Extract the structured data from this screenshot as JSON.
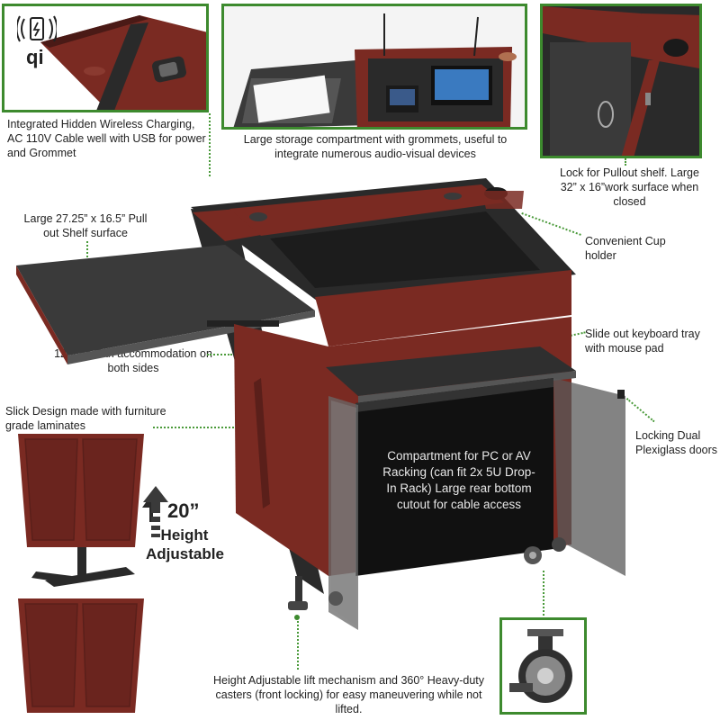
{
  "icons": {
    "wireless": "wireless-charging-icon",
    "qi": "qi"
  },
  "captions": {
    "wireless_charging": "Integrated Hidden Wireless Charging, AC 110V Cable well with USB for power and Grommet",
    "storage": "Large storage compartment with grommets, useful to integrate numerous audio-visual devices",
    "lock_pullout": "Lock for Pullout shelf. Large 32” x 16”work surface when closed",
    "pullout_shelf": "Large 27.25” x 16.5” Pull out Shelf surface",
    "cup_holder": "Convenient Cup holder",
    "fan": "120mm Fan accommodation on both sides",
    "keyboard": "Slide out keyboard tray with mouse pad",
    "laminates": "Slick Design made with furniture grade laminates",
    "doors": "Locking Dual Plexiglass doors",
    "compartment": "Compartment for PC or AV Racking (can fit 2x 5U Drop-In Rack) Large rear bottom cutout for cable access",
    "height_value": "20”",
    "height_label": "Height Adjustable",
    "casters": "Height Adjustable lift mechanism and 360° Heavy-duty casters (front  locking) for easy maneuvering while not lifted."
  },
  "colors": {
    "accent_green": "#3d8a2e",
    "wood": "#7a2a22",
    "dark": "#2a2a2a"
  }
}
